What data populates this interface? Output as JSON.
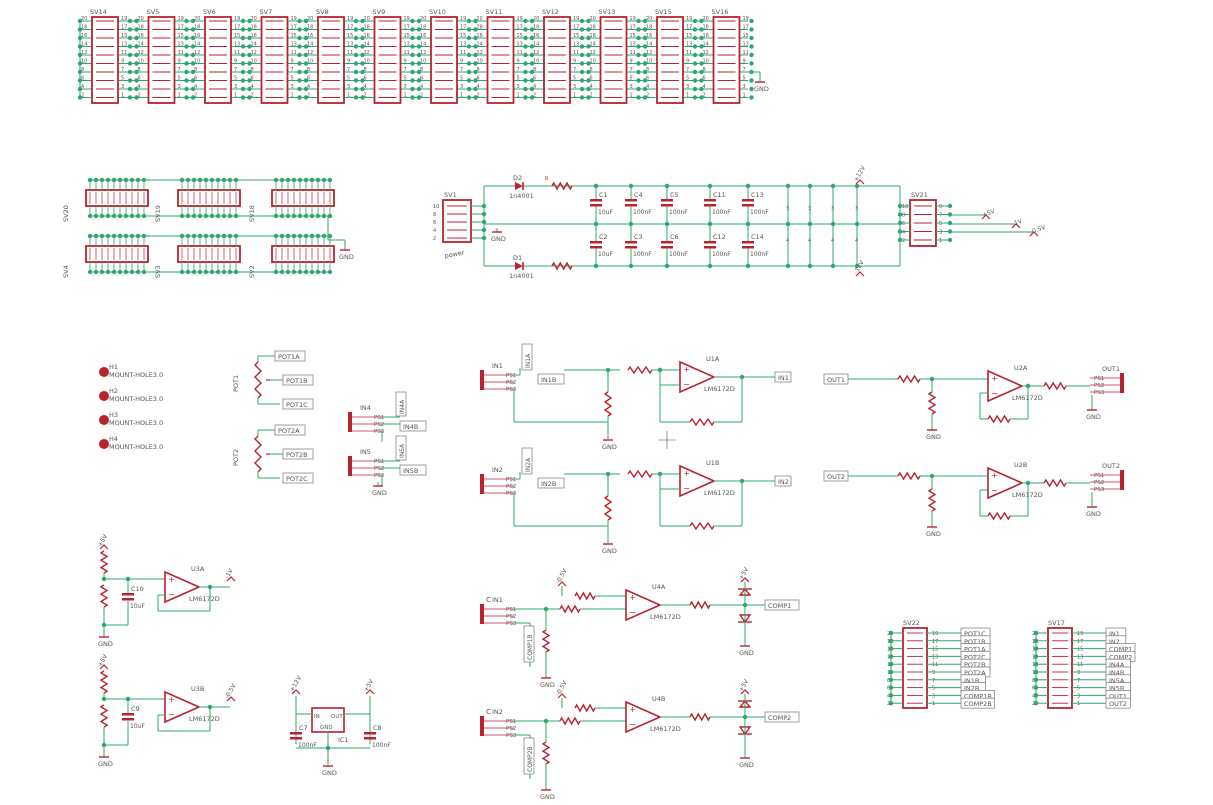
{
  "colors": {
    "wire": "#2ea86a",
    "part": "#b8232e",
    "text": "#555555",
    "junction": "#2ea86a"
  },
  "header_row": {
    "labels": [
      "SV14",
      "SV5",
      "SV6",
      "SV7",
      "SV8",
      "SV9",
      "SV10",
      "SV11",
      "SV12",
      "SV13",
      "SV15",
      "SV16"
    ],
    "left_pins": [
      "20",
      "18",
      "16",
      "14",
      "12",
      "10",
      "8",
      "6",
      "4",
      "2"
    ],
    "right_pins": [
      "19",
      "17",
      "15",
      "13",
      "11",
      "9",
      "7",
      "5",
      "3",
      "1"
    ],
    "gnd": "GND"
  },
  "header_grid": {
    "top_labels": [
      "SV20",
      "SV19",
      "SV18"
    ],
    "bottom_labels": [
      "SV4",
      "SV3",
      "SV2"
    ],
    "gnd": "GND"
  },
  "power": {
    "connector": "SV1",
    "connector_sub": "power",
    "pins": [
      "10",
      "8",
      "6",
      "4",
      "2"
    ],
    "diodes": [
      "D2",
      "D1"
    ],
    "diode_values": [
      "1n4001",
      "1n4001"
    ],
    "caps_top": [
      "C1",
      "C4",
      "C5",
      "C11",
      "C13"
    ],
    "caps_bottom": [
      "C2",
      "C3",
      "C6",
      "C12",
      "C14"
    ],
    "cap_values": [
      "10uF",
      "100nF",
      "100nF",
      "100nF",
      "100nF"
    ],
    "rails": [
      "+12V",
      "-12V"
    ],
    "out_connector": "SV21",
    "out_pins_left": [
      "10",
      "8",
      "6",
      "4",
      "2"
    ],
    "out_pins_right": [
      "9",
      "7",
      "5",
      "3",
      "1"
    ],
    "out_labels": [
      "+5V",
      "-1V",
      "-0.5V"
    ],
    "gnd": "GND"
  },
  "mount_holes": {
    "names": [
      "H1",
      "H2",
      "H3",
      "H4"
    ],
    "value": "MOUNT-HOLE3.0"
  },
  "pots": {
    "items": [
      {
        "name": "POT1",
        "nets": [
          "POT1A",
          "POT1B",
          "POT1C"
        ]
      },
      {
        "name": "POT2",
        "nets": [
          "POT2A",
          "POT2B",
          "POT2C"
        ]
      }
    ]
  },
  "jacks_small": {
    "items": [
      {
        "name": "IN4",
        "pins": [
          "PS1",
          "PS2",
          "PS3"
        ],
        "nets": [
          "IN4A",
          "IN4B"
        ]
      },
      {
        "name": "IN5",
        "pins": [
          "PS1",
          "PS2",
          "PS3"
        ],
        "nets": [
          "IN5A",
          "IN5B"
        ]
      }
    ],
    "gnd": "GND"
  },
  "input_stages": {
    "items": [
      {
        "jack": "IN1",
        "pins": [
          "PS1",
          "PS2",
          "PS3"
        ],
        "nets": [
          "IN1A",
          "IN1B"
        ],
        "opamp": "U1A",
        "part": "LM6172D",
        "out": "IN1"
      },
      {
        "jack": "IN2",
        "pins": [
          "PS1",
          "PS2",
          "PS3"
        ],
        "nets": [
          "IN2A",
          "IN2B"
        ],
        "opamp": "U1B",
        "part": "LM6172D",
        "out": "IN2"
      }
    ],
    "gnd": "GND"
  },
  "output_stages": {
    "items": [
      {
        "in": "OUT1",
        "opamp": "U2A",
        "part": "LM6172D",
        "jack": "OUT1",
        "pins": [
          "PS1",
          "PS2",
          "PS3"
        ]
      },
      {
        "in": "OUT2",
        "opamp": "U2B",
        "part": "LM6172D",
        "jack": "OUT2",
        "pins": [
          "PS1",
          "PS2",
          "PS3"
        ]
      }
    ],
    "gnd": "GND"
  },
  "ref_stages": {
    "items": [
      {
        "supply": "+5V",
        "cap": "C10",
        "cap_value": "10uF",
        "opamp": "U3A",
        "part": "LM6172D",
        "out": "-1V"
      },
      {
        "supply": "+5V",
        "cap": "C9",
        "cap_value": "10uF",
        "opamp": "U3B",
        "part": "LM6172D",
        "out": "-0.5V"
      }
    ],
    "gnd": "GND"
  },
  "regulator": {
    "name": "IC1",
    "pins": [
      "IN",
      "OUT",
      "GND"
    ],
    "in_rail": "+12V",
    "out_rail": "+5V",
    "caps": [
      "C7",
      "C8"
    ],
    "cap_value": "100nF",
    "gnd": "GND"
  },
  "comparators": {
    "items": [
      {
        "jack": "IN1",
        "pins": [
          "PS1",
          "PS2",
          "PS3"
        ],
        "net": "COMP1B",
        "ref": "-0.5V",
        "opamp": "U4A",
        "part": "LM6172D",
        "out": "COMP1",
        "supply": "+5V"
      },
      {
        "jack": "IN2",
        "pins": [
          "PS1",
          "PS2",
          "PS3"
        ],
        "net": "COMP2B",
        "ref": "-0.5V",
        "opamp": "U4B",
        "part": "LM6172D",
        "out": "COMP2",
        "supply": "+5V"
      }
    ],
    "gnd": "GND"
  },
  "sv22": {
    "label": "SV22",
    "left_pins": [
      "20",
      "18",
      "16",
      "14",
      "12",
      "10",
      "8",
      "6",
      "4",
      "2"
    ],
    "right_pins": [
      "19",
      "17",
      "15",
      "13",
      "11",
      "9",
      "7",
      "5",
      "3",
      "1"
    ],
    "nets": [
      "POT1C",
      "POT1B",
      "POT1A",
      "POT2C",
      "POT2B",
      "POT2A",
      "IN1B",
      "IN2B",
      "COMP1B",
      "COMP2B"
    ]
  },
  "sv17": {
    "label": "SV17",
    "left_pins": [
      "20",
      "18",
      "16",
      "14",
      "12",
      "10",
      "8",
      "6",
      "4",
      "2"
    ],
    "right_pins": [
      "19",
      "17",
      "15",
      "13",
      "11",
      "9",
      "7",
      "5",
      "3",
      "1"
    ],
    "nets": [
      "IN1",
      "IN2",
      "COMP1",
      "COMP2",
      "IN4A",
      "IN4B",
      "IN5A",
      "IN5B",
      "OUT1",
      "OUT2"
    ]
  }
}
